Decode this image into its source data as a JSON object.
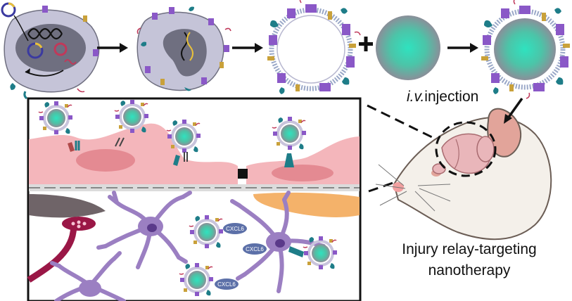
{
  "injection_label": {
    "route": "i.v.",
    "word": "injection"
  },
  "caption": {
    "line1": "Injury relay-targeting",
    "line2": "nanotherapy"
  },
  "chemokine_labels": [
    "CXCL6",
    "CXCL6",
    "CXCL6"
  ],
  "colors": {
    "np_core": "#3ed3b6",
    "np_rim": "#8a8f99",
    "cell_body": "#c5c4d8",
    "nucleus": "#6f6f80",
    "endothelium": "#f4b6bb",
    "endothelium_nucleus": "#e48a92",
    "astrocyte": "#9b7fc2",
    "astrocyte_nucleus": "#5a3a8a",
    "protein_purple": "#8a58c7",
    "protein_teal": "#1e7d88",
    "protein_gold": "#c9a13a",
    "neuron_red": "#9a1746",
    "pericyte_orange": "#f4b26a",
    "mouse_body": "#f4f0ea",
    "mouse_ear": "#e2a49a",
    "brain": "#e9b6ba"
  }
}
